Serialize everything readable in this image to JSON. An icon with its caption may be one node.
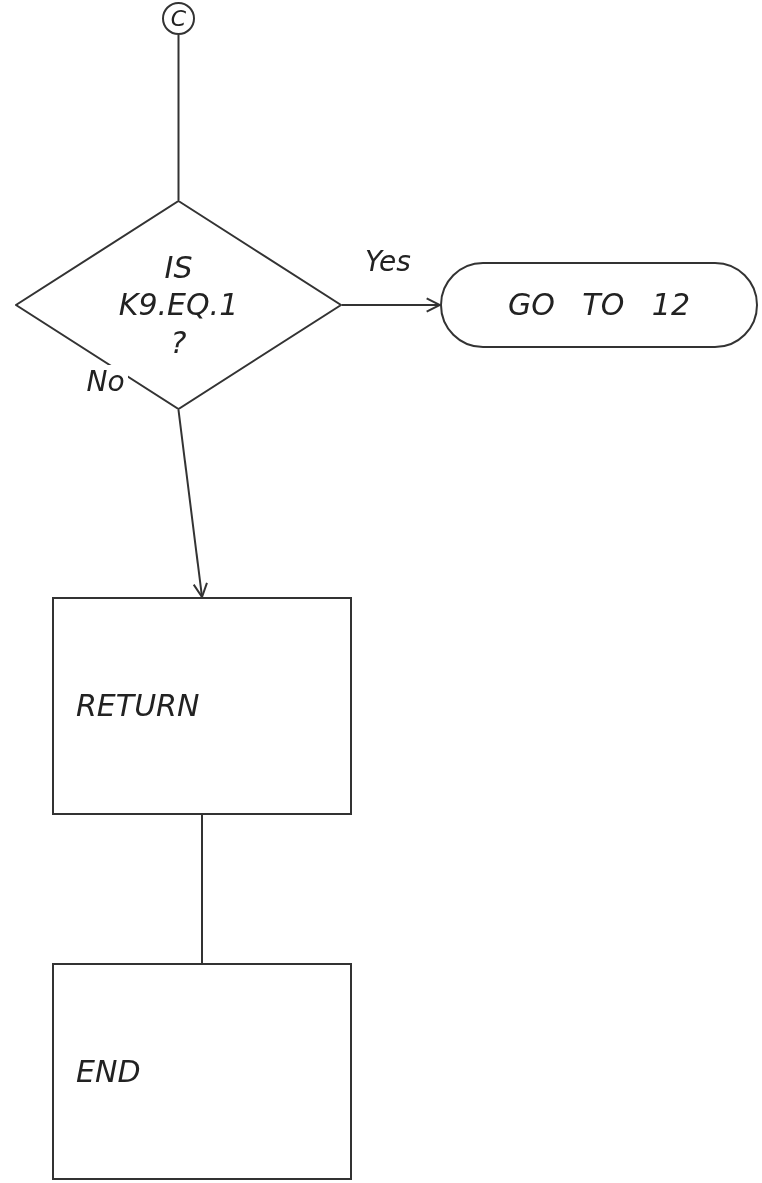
{
  "diagram": {
    "nodes": [
      {
        "text": [
          "C"
        ]
      },
      {
        "text": [
          "IS K9.EQ.1 ?"
        ]
      },
      {
        "text": [
          "GO TO 12"
        ]
      },
      {
        "text": [
          "RETURN"
        ]
      },
      {
        "text": [
          "END"
        ]
      }
    ],
    "edges": [
      {
        "from": 0,
        "to": 1,
        "arrow": "none"
      },
      {
        "from": 1,
        "to": 2,
        "arrow": "to",
        "label": "Yes"
      },
      {
        "from": 1,
        "to": 3,
        "arrow": "to",
        "label": "No"
      },
      {
        "from": 3,
        "to": 4,
        "arrow": "none"
      }
    ]
  }
}
